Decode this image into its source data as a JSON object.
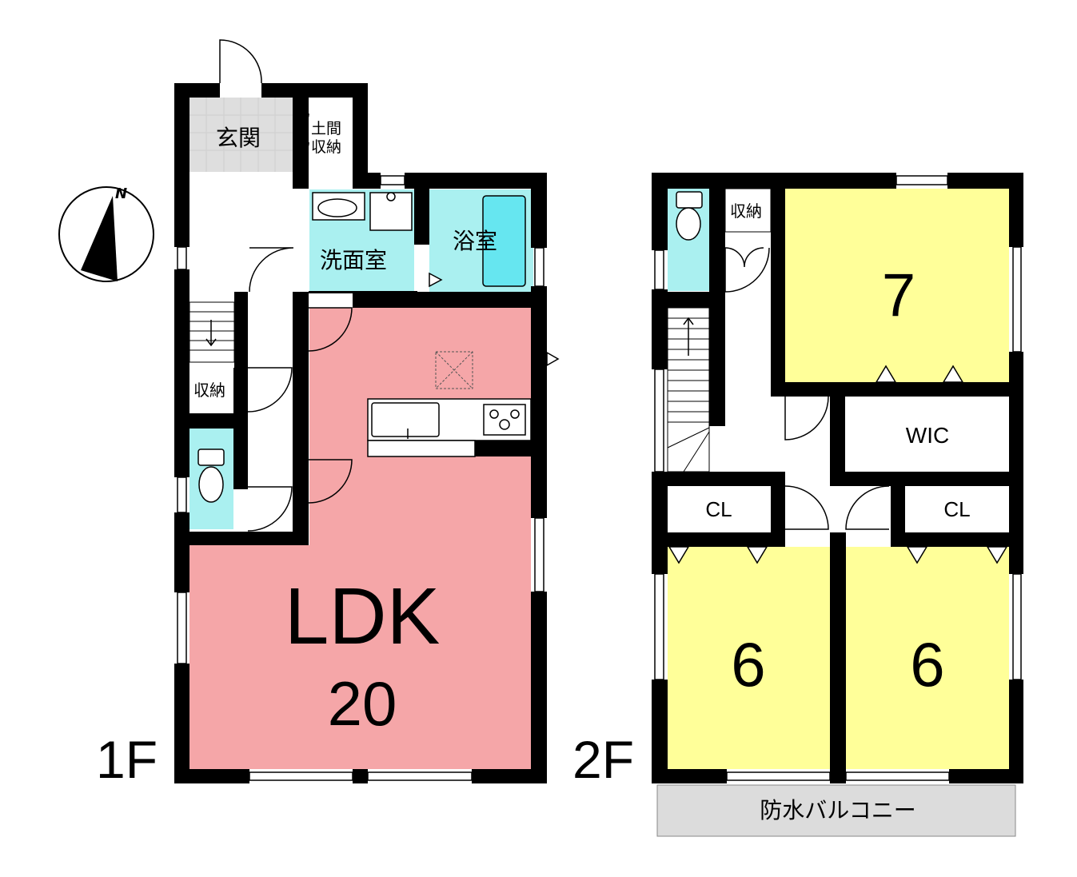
{
  "colors": {
    "wall": "#000000",
    "ldk": "#f5a6a8",
    "bedroom": "#ffff99",
    "wet_area": "#aaf0f0",
    "bathtub": "#66e6f0",
    "entrance_tile": "#dedede",
    "balcony": "#dcdcdc"
  },
  "compass": {
    "north_label": "N"
  },
  "floor1": {
    "floor_label": "1F",
    "rooms": {
      "genkan": "玄関",
      "doma_storage_line1": "土間",
      "doma_storage_line2": "収納",
      "washroom": "洗面室",
      "bathroom": "浴室",
      "storage": "収納",
      "ldk_name": "LDK",
      "ldk_size": "20"
    }
  },
  "floor2": {
    "floor_label": "2F",
    "rooms": {
      "storage": "収納",
      "room_north": "7",
      "wic": "WIC",
      "closet_left": "CL",
      "closet_right": "CL",
      "room_sw": "6",
      "room_se": "6",
      "balcony": "防水バルコニー"
    }
  }
}
